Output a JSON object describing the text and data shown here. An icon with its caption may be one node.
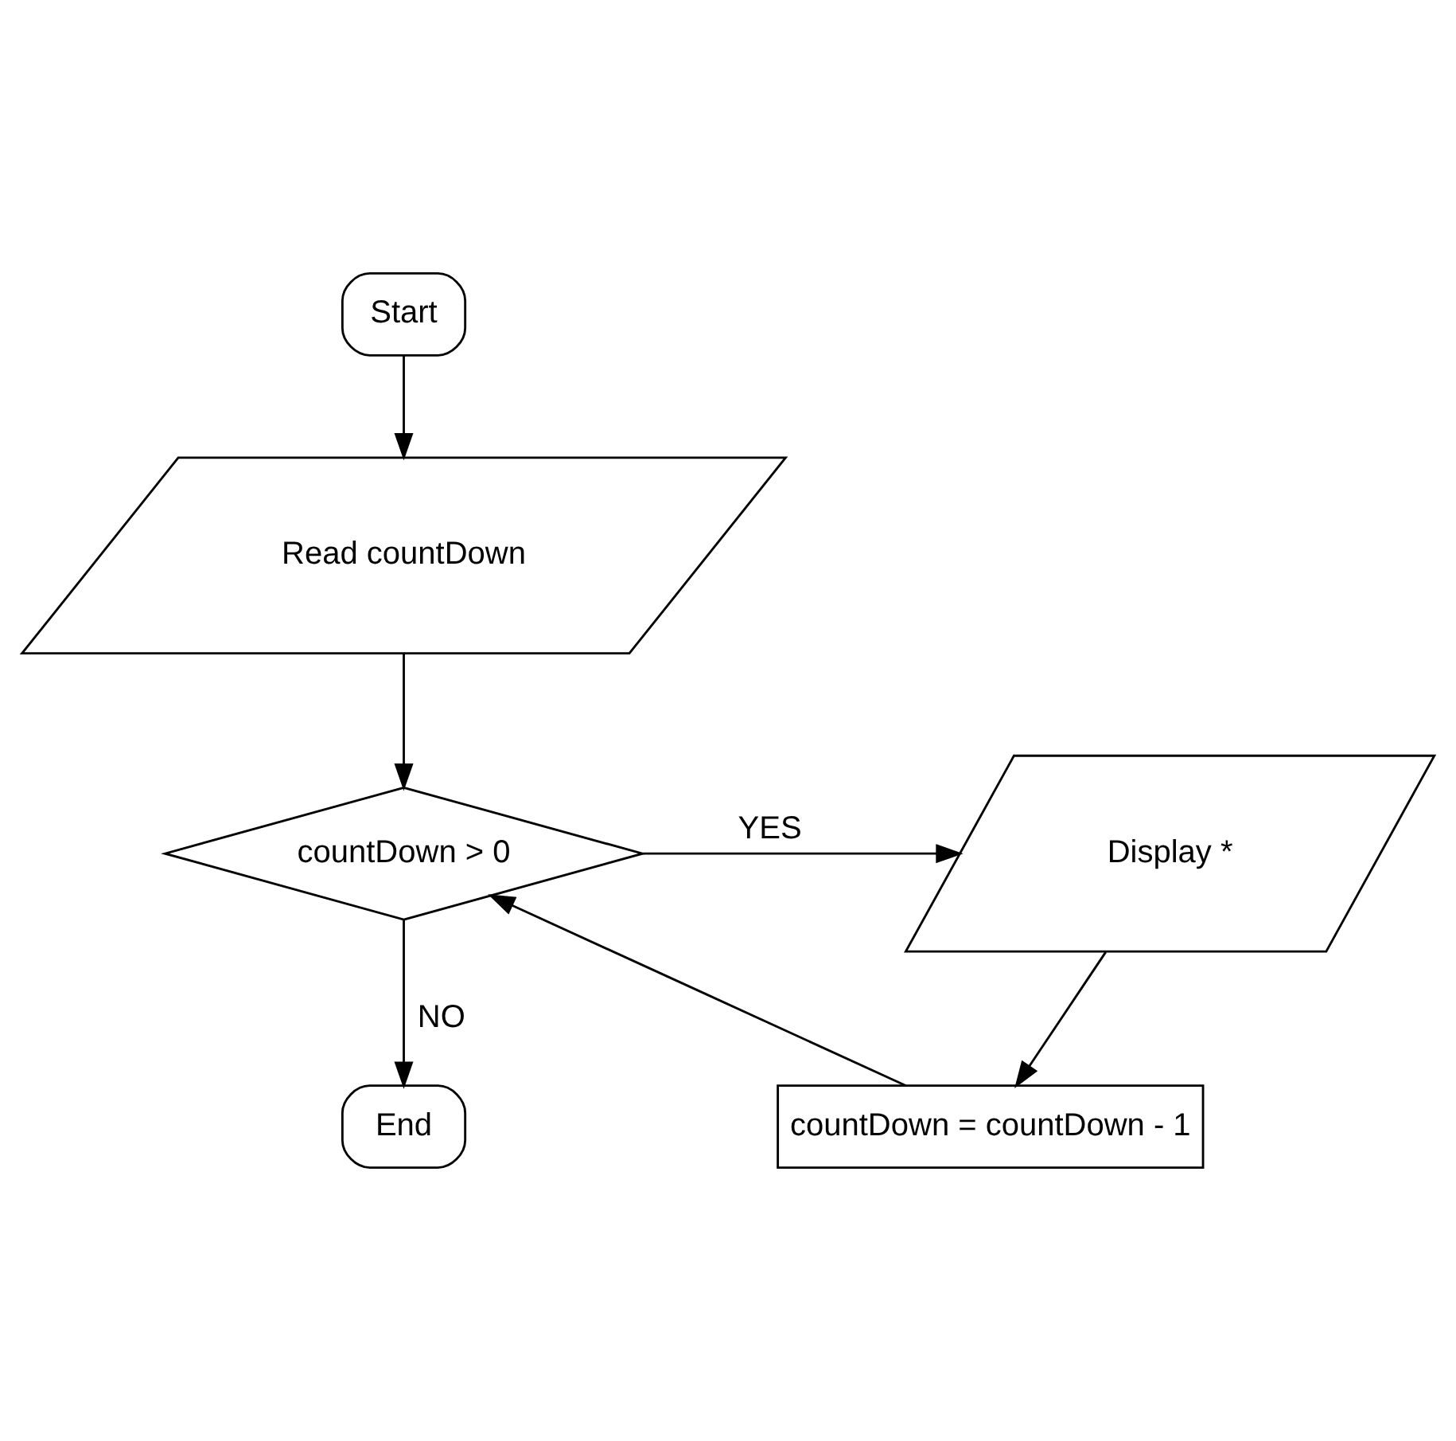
{
  "diagram": {
    "nodes": [
      {
        "text": [
          "Start"
        ]
      },
      {
        "text": [
          "Read countDown"
        ]
      },
      {
        "text": [
          "countDown > 0"
        ]
      },
      {
        "text": [
          "Display *"
        ]
      },
      {
        "text": [
          "countDown = countDown - 1"
        ]
      },
      {
        "text": [
          "End"
        ]
      }
    ],
    "edges": [
      {
        "from": 0,
        "to": 1,
        "arrow": "to"
      },
      {
        "from": 1,
        "to": 2,
        "arrow": "to"
      },
      {
        "from": 2,
        "to": 3,
        "arrow": "to",
        "label": "YES"
      },
      {
        "from": 3,
        "to": 4,
        "arrow": "to"
      },
      {
        "from": 4,
        "to": 2,
        "arrow": "to"
      },
      {
        "from": 2,
        "to": 5,
        "arrow": "to",
        "label": "NO"
      }
    ]
  }
}
